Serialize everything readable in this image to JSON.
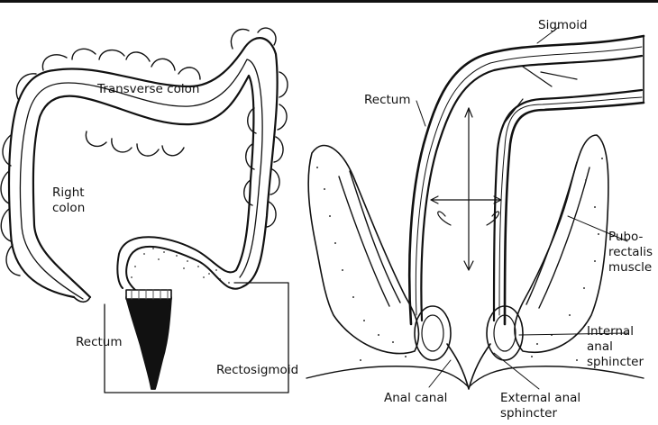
{
  "colon_panel": {
    "transverse_colon": "Transverse colon",
    "right_colon": "Right\ncolon",
    "rectum": "Rectum",
    "rectosigmoid": "Rectosigmoid"
  },
  "anorectal_panel": {
    "sigmoid": "Sigmoid",
    "rectum": "Rectum",
    "puborectalis_muscle": "Pubo-\nrectalis\nmuscle",
    "internal_anal_sphincter": "Internal\nanal\nsphincter",
    "anal_canal": "Anal canal",
    "external_anal_sphincter": "External anal\nsphincter"
  }
}
